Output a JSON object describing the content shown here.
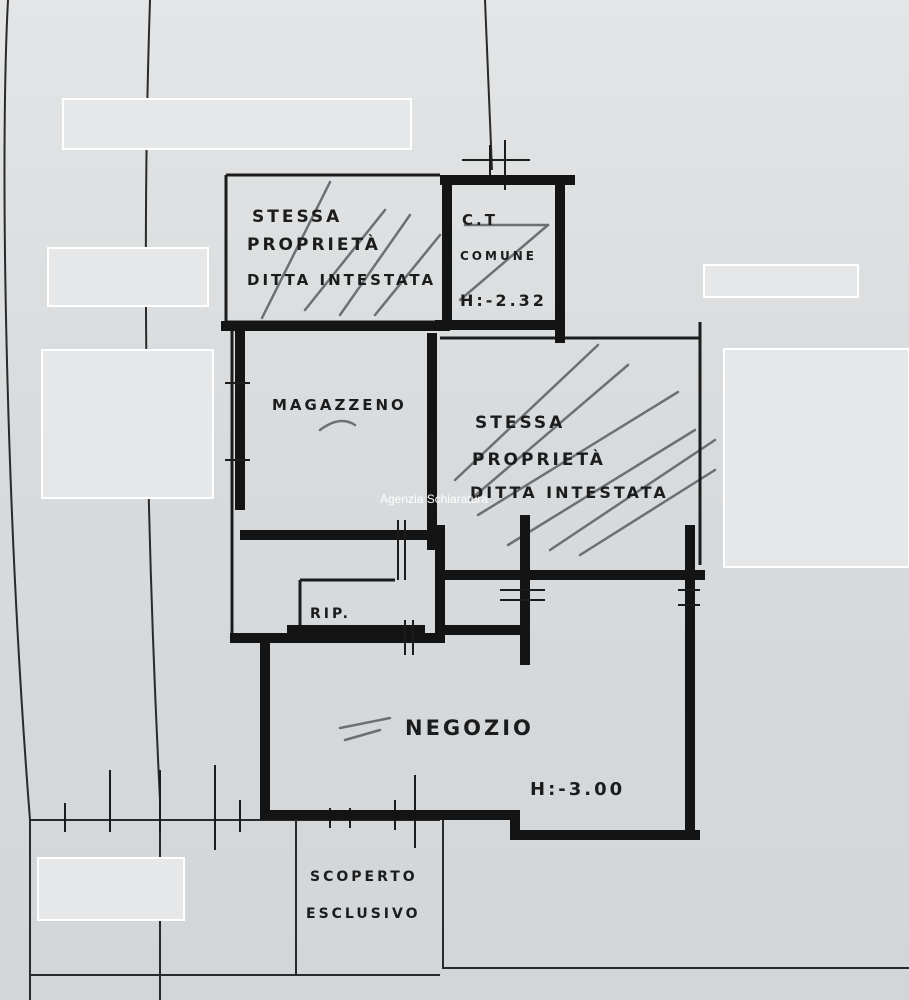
{
  "plan": {
    "rooms": {
      "stessa_proprieta_top": [
        "STESSA",
        "PROPRIETÀ",
        "DITTA INTESTATA"
      ],
      "ct": [
        "C.T",
        "COMUNE",
        "H:-2.32"
      ],
      "magazzeno": "MAGAZZENO",
      "stessa_proprieta_right": [
        "STESSA",
        "PROPRIETÀ",
        "DITTA INTESTATA"
      ],
      "rip": "RIP.",
      "negozio": "NEGOZIO",
      "negozio_height": "H:-3.00",
      "scoperto": [
        "SCOPERTO",
        "ESCLUSIVO"
      ]
    },
    "watermark": "Agenzia Schiaratura"
  },
  "colors": {
    "paper": "#d9dcdf",
    "ink": "#1c1c1c",
    "pencil": "#6d7073",
    "redaction": "#e6e7e8"
  }
}
